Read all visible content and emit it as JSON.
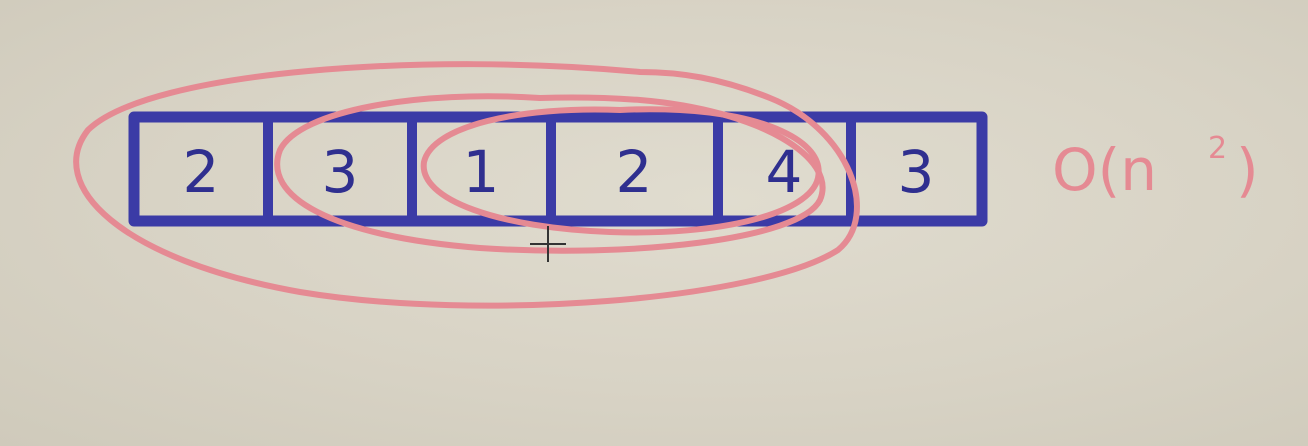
{
  "array": {
    "values": [
      "2",
      "3",
      "1",
      "2",
      "4",
      "3"
    ]
  },
  "annotation": {
    "complexity_prefix": "O(n",
    "complexity_sup": "2",
    "complexity_suffix": ")"
  },
  "colors": {
    "background": "#d9d4c6",
    "ink_blue": "#3b3ba6",
    "ink_pink": "#e58a93"
  }
}
